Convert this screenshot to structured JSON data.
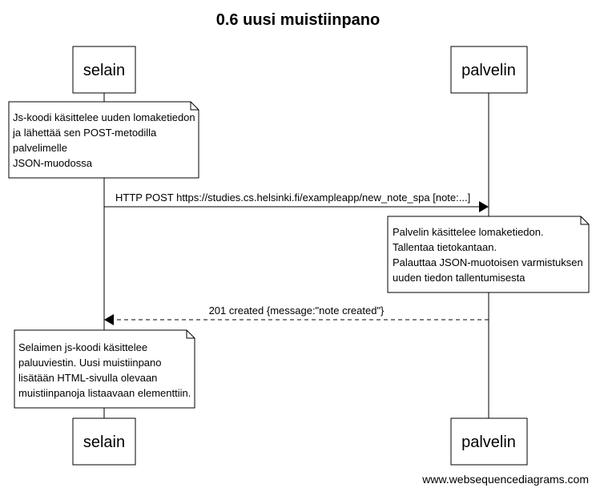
{
  "title": "0.6 uusi muistiinpano",
  "participants": {
    "browser": "selain",
    "server": "palvelin"
  },
  "notes": {
    "note1": [
      "Js-koodi käsittelee uuden lomaketiedon",
      "ja lähettää sen POST-metodilla",
      "palvelimelle",
      "JSON-muodossa"
    ],
    "note2": [
      "Palvelin käsittelee lomaketiedon.",
      "Tallentaa tietokantaan.",
      "Palauttaa JSON-muotoisen varmistuksen",
      "uuden tiedon tallentumisesta"
    ],
    "note3": [
      "Selaimen js-koodi käsittelee",
      "paluuviestin. Uusi muistiinpano",
      "lisätään HTML-sivulla olevaan",
      "muistiinpanoja listaavaan elementtiin."
    ]
  },
  "messages": {
    "request": "HTTP POST https://studies.cs.helsinki.fi/exampleapp/new_note_spa [note:...]",
    "response": "201 created {message:\"note created\"}"
  },
  "footer": "www.websequencediagrams.com",
  "colors": {
    "stroke": "#000000",
    "fill": "#ffffff"
  }
}
